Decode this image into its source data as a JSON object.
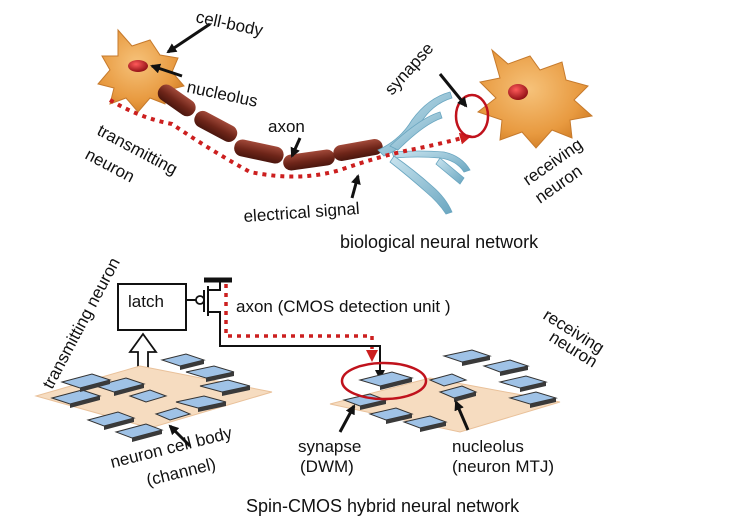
{
  "biological": {
    "labels": {
      "cell_body": "cell-body",
      "nucleolus": "nucleolus",
      "axon": "axon",
      "synapse": "synapse",
      "transmitting": "transmitting",
      "transmitting_neuron": "neuron",
      "receiving": "receiving",
      "receiving_neuron": "neuron",
      "electrical_signal": "electrical signal"
    },
    "caption": "biological neural network"
  },
  "spin_cmos": {
    "labels": {
      "latch": "latch",
      "axon": "axon (CMOS detection unit )",
      "transmitting_neuron": "transmitting neuron",
      "receiving": "receiving",
      "receiving_neuron": "neuron",
      "neuron_cell_body": "neuron cell body",
      "channel": "(channel)",
      "synapse": "synapse",
      "dwm": "(DWM)",
      "nucleolus": "nucleolus",
      "neuron_mtj": "(neuron MTJ)"
    },
    "caption": "Spin-CMOS hybrid neural network"
  },
  "colors": {
    "cell": "#e9a24a",
    "nucleus": "#c0121c",
    "axon": "#7a2e22",
    "signal": "#cc1f1f",
    "synapse_tree": "#8fc1d6",
    "bar_blue": "#9fc2e6",
    "bar_edge": "#3a3a3a",
    "channel": "#f6dcc0"
  }
}
